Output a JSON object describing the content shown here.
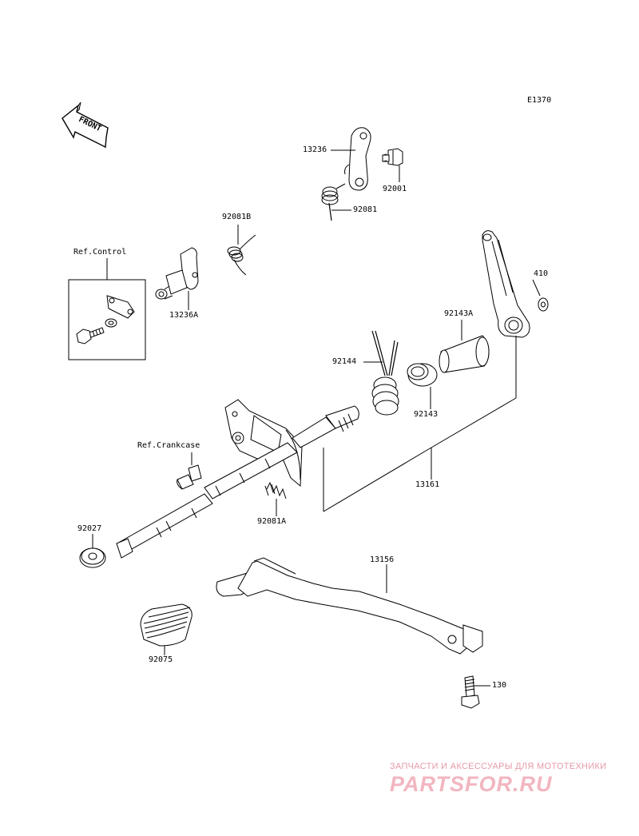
{
  "diagram_code": "E1370",
  "front_label": "FRONT",
  "ref_control": "Ref.Control",
  "ref_crankcase": "Ref.Crankcase",
  "parts": {
    "p13236": "13236",
    "p92001": "92001",
    "p92081": "92081",
    "p92081B": "92081B",
    "p13236A": "13236A",
    "p410": "410",
    "p92143A": "92143A",
    "p92144": "92144",
    "p92143": "92143",
    "p13161": "13161",
    "p92081A": "92081A",
    "p92027": "92027",
    "p13156": "13156",
    "p92075": "92075",
    "p130": "130"
  },
  "watermark": {
    "tagline": "ЗАПЧАСТИ И АКСЕССУАРЫ ДЛЯ МОТОТЕХНИКИ",
    "logo": "PARTSFOR.RU"
  },
  "colors": {
    "line": "#000000",
    "watermark": "#f2b6c0"
  }
}
